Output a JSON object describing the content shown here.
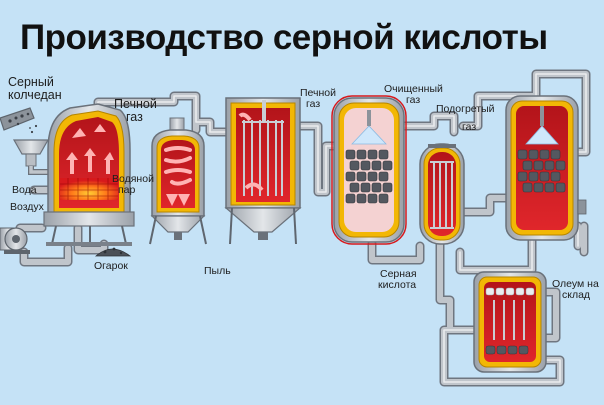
{
  "title": "Производство серной кислоты",
  "labels": {
    "pyrite_line1": "Серный",
    "pyrite_line2": "колчедан",
    "furnace_gas1_line1": "Печной",
    "furnace_gas1_line2": "газ",
    "steam_line1": "Водяной",
    "steam_line2": "пар",
    "water": "Вода",
    "air": "Воздух",
    "cinder": "Огарок",
    "dust": "Пыль",
    "furnace_gas2_line1": "Печной",
    "furnace_gas2_line2": "газ",
    "purified_gas_line1": "Очищенный",
    "purified_gas_line2": "газ",
    "heated_gas_line1": "Подогретый",
    "heated_gas_line2": "газ",
    "sulfuric_acid_line1": "Серная",
    "sulfuric_acid_line2": "кислота",
    "oleum_line1": "Олеум на",
    "oleum_line2": "склад"
  },
  "colors": {
    "background": "#c5e2f6",
    "pipe": "#b7bcc3",
    "pipe_edge": "#6f7680",
    "shell": "#c6cbd1",
    "shell_edge": "#7a818a",
    "jacket": "#f2b705",
    "hot_interior": "#d7191c",
    "pale_interior": "#f4d2d2",
    "arrow_hot": "#ffb3b3",
    "coal": "#545860",
    "steel_dark": "#4f565f"
  }
}
